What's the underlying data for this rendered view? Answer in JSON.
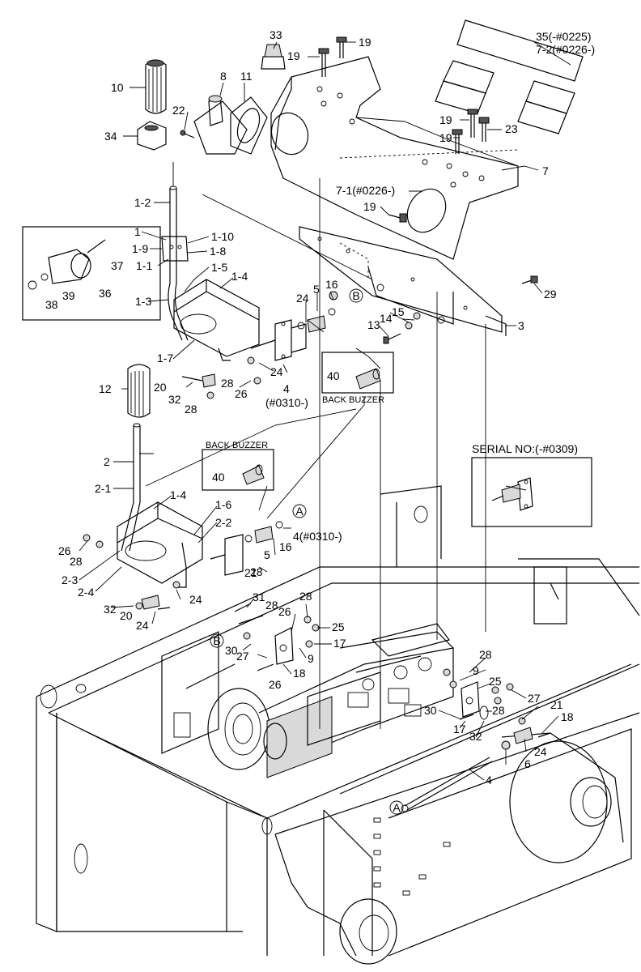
{
  "diagram": {
    "callouts": [
      {
        "id": "c33",
        "text": "33"
      },
      {
        "id": "c19a",
        "text": "19"
      },
      {
        "id": "c19b",
        "text": "19"
      },
      {
        "id": "c35",
        "text": "35(-#0225)"
      },
      {
        "id": "c72",
        "text": "7-2(#0226-)"
      },
      {
        "id": "c10",
        "text": "10"
      },
      {
        "id": "c8",
        "text": "8"
      },
      {
        "id": "c11",
        "text": "11"
      },
      {
        "id": "c22",
        "text": "22"
      },
      {
        "id": "c34",
        "text": "34"
      },
      {
        "id": "c19c",
        "text": "19"
      },
      {
        "id": "c23",
        "text": "23"
      },
      {
        "id": "c19d",
        "text": "19"
      },
      {
        "id": "c7",
        "text": "7"
      },
      {
        "id": "c71",
        "text": "7-1(#0226-)"
      },
      {
        "id": "c19e",
        "text": "19"
      },
      {
        "id": "c1-2",
        "text": "1-2"
      },
      {
        "id": "c1",
        "text": "1"
      },
      {
        "id": "c1-10",
        "text": "1-10"
      },
      {
        "id": "c1-9",
        "text": "1-9"
      },
      {
        "id": "c1-8",
        "text": "1-8"
      },
      {
        "id": "c1-1",
        "text": "1-1"
      },
      {
        "id": "c37",
        "text": "37"
      },
      {
        "id": "c1-5",
        "text": "1-5"
      },
      {
        "id": "c1-4a",
        "text": "1-4"
      },
      {
        "id": "c1-3",
        "text": "1-3"
      },
      {
        "id": "c39",
        "text": "39"
      },
      {
        "id": "c36",
        "text": "36"
      },
      {
        "id": "c38",
        "text": "38"
      },
      {
        "id": "c24a",
        "text": "24"
      },
      {
        "id": "c5a",
        "text": "5"
      },
      {
        "id": "c16a",
        "text": "16"
      },
      {
        "id": "c29",
        "text": "29"
      },
      {
        "id": "c15",
        "text": "15"
      },
      {
        "id": "c14",
        "text": "14"
      },
      {
        "id": "c13",
        "text": "13"
      },
      {
        "id": "c3",
        "text": "3"
      },
      {
        "id": "c1-7",
        "text": "1-7"
      },
      {
        "id": "c40a",
        "text": "40"
      },
      {
        "id": "c20a",
        "text": "20"
      },
      {
        "id": "c28a",
        "text": "28"
      },
      {
        "id": "c26a",
        "text": "26"
      },
      {
        "id": "c24b",
        "text": "24"
      },
      {
        "id": "c32a",
        "text": "32"
      },
      {
        "id": "c28b",
        "text": "28"
      },
      {
        "id": "c4a",
        "text": "4"
      },
      {
        "id": "c4aser",
        "text": "(#0310-)"
      },
      {
        "id": "c12",
        "text": "12"
      },
      {
        "id": "c2",
        "text": "2"
      },
      {
        "id": "c2-1",
        "text": "2-1"
      },
      {
        "id": "c40b",
        "text": "40"
      },
      {
        "id": "c1-4b",
        "text": "1-4"
      },
      {
        "id": "c1-6",
        "text": "1-6"
      },
      {
        "id": "c2-2",
        "text": "2-2"
      },
      {
        "id": "c26b",
        "text": "26"
      },
      {
        "id": "c28c",
        "text": "28"
      },
      {
        "id": "c2-3",
        "text": "2-3"
      },
      {
        "id": "c2-4",
        "text": "2-4"
      },
      {
        "id": "c24c",
        "text": "24"
      },
      {
        "id": "c5b",
        "text": "5"
      },
      {
        "id": "c16b",
        "text": "16"
      },
      {
        "id": "c4b",
        "text": "4(#0310-)"
      },
      {
        "id": "c28d",
        "text": "28"
      },
      {
        "id": "c32b",
        "text": "32"
      },
      {
        "id": "c20b",
        "text": "20"
      },
      {
        "id": "c24d",
        "text": "24"
      },
      {
        "id": "c21a",
        "text": "21"
      },
      {
        "id": "c31",
        "text": "31"
      },
      {
        "id": "c28e",
        "text": "28"
      },
      {
        "id": "c28f",
        "text": "28"
      },
      {
        "id": "c26c",
        "text": "26"
      },
      {
        "id": "c25a",
        "text": "25"
      },
      {
        "id": "c17a",
        "text": "17"
      },
      {
        "id": "c30a",
        "text": "30"
      },
      {
        "id": "c27a",
        "text": "27"
      },
      {
        "id": "c9a",
        "text": "9"
      },
      {
        "id": "c18a",
        "text": "18"
      },
      {
        "id": "c26d",
        "text": "26"
      },
      {
        "id": "c28g",
        "text": "28"
      },
      {
        "id": "c9b",
        "text": "9"
      },
      {
        "id": "c25b",
        "text": "25"
      },
      {
        "id": "c27b",
        "text": "27"
      },
      {
        "id": "c28h",
        "text": "28"
      },
      {
        "id": "c21b",
        "text": "21"
      },
      {
        "id": "c18b",
        "text": "18"
      },
      {
        "id": "c30b",
        "text": "30"
      },
      {
        "id": "c17b",
        "text": "17"
      },
      {
        "id": "c32c",
        "text": "32"
      },
      {
        "id": "c24e",
        "text": "24"
      },
      {
        "id": "c6",
        "text": "6"
      },
      {
        "id": "c4c",
        "text": "4"
      }
    ],
    "back_buzzer_top": "BACK BUZZER",
    "back_buzzer_mid": "BACK BUZZER",
    "serial_note": "SERIAL NO:(-#0309)",
    "ref_A1": "A",
    "ref_A2": "A",
    "ref_B1": "B",
    "ref_B2": "B"
  }
}
